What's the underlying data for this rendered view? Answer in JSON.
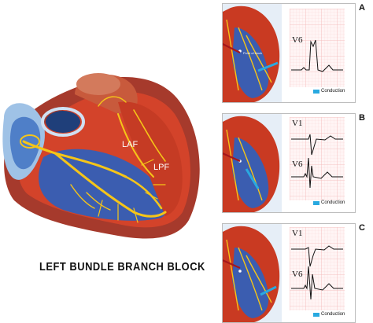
{
  "title": "LEFT BUNDLE BRANCH BLOCK",
  "heart_labels": {
    "laf": "LAF",
    "lpf": "LPF"
  },
  "panels": [
    {
      "letter": "A",
      "leads": [
        "V6"
      ],
      "inset_label": "Point of block",
      "legend": "Conduction"
    },
    {
      "letter": "B",
      "leads": [
        "V1",
        "V6"
      ],
      "legend": "Conduction"
    },
    {
      "letter": "C",
      "leads": [
        "V1",
        "V6"
      ],
      "legend": "Conduction"
    }
  ],
  "colors": {
    "myocardium": "#c93a22",
    "ventricle_blue": "#3b5db0",
    "conduction": "#f5c518",
    "legend": "#29a9e0",
    "ecg_grid": "#f4b6b6"
  }
}
